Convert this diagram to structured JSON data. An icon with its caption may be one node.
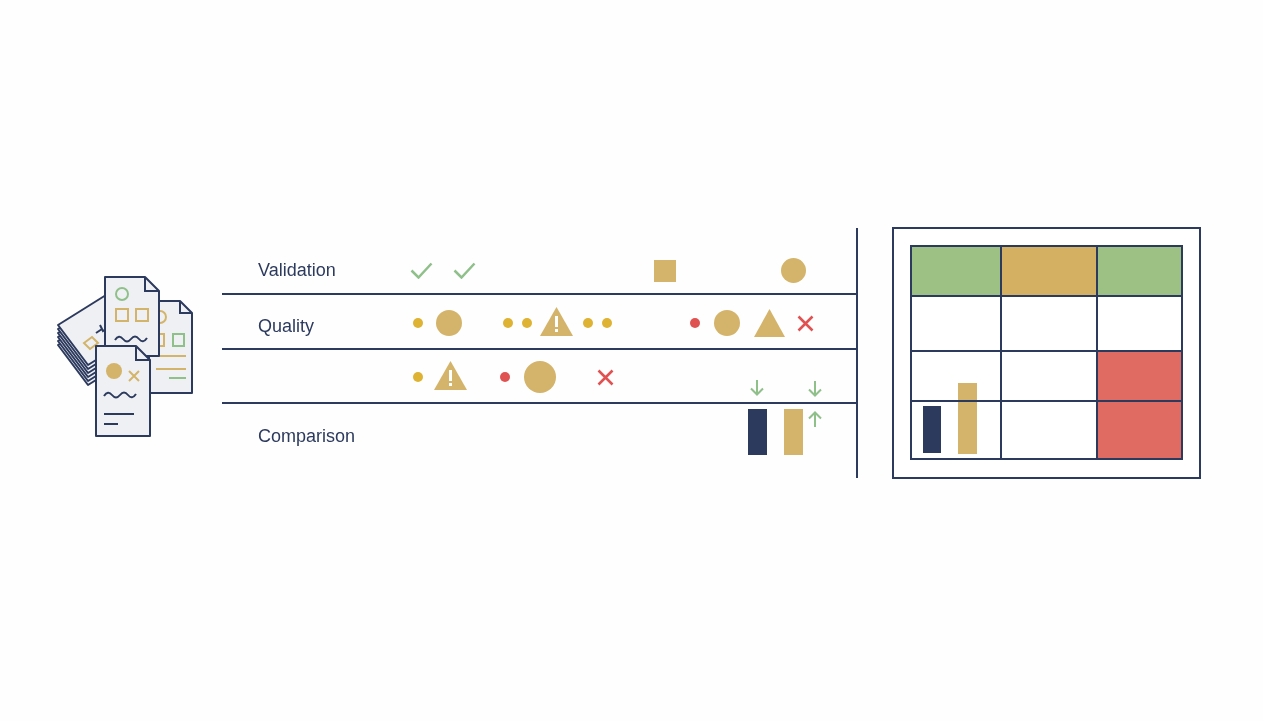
{
  "diagram": {
    "labels": [
      "Validation",
      "Quality",
      "Comparison"
    ]
  }
}
